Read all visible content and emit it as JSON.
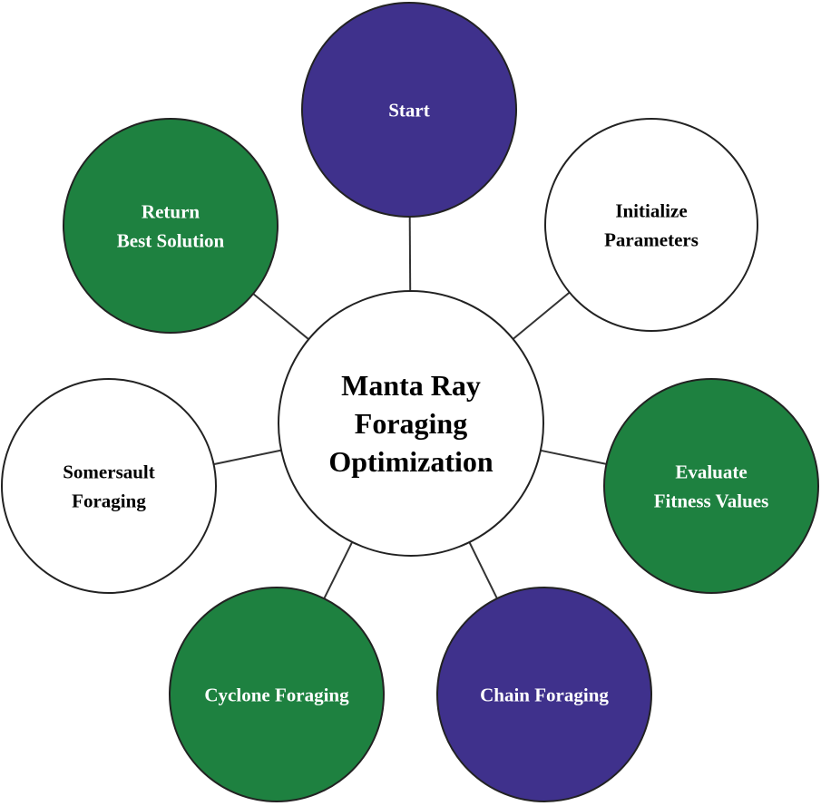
{
  "center": {
    "lines": [
      "Manta Ray",
      "Foraging",
      "Optimization"
    ],
    "fill": "#ffffff",
    "text_color": "#000000"
  },
  "nodes": [
    {
      "id": "start",
      "lines": [
        "Start"
      ],
      "fill": "#3f318c",
      "text_color": "#ffffff"
    },
    {
      "id": "initialize-parameters",
      "lines": [
        "Initialize",
        "Parameters"
      ],
      "fill": "#ffffff",
      "text_color": "#000000"
    },
    {
      "id": "evaluate-fitness-values",
      "lines": [
        "Evaluate",
        "Fitness Values"
      ],
      "fill": "#1e8140",
      "text_color": "#ffffff"
    },
    {
      "id": "chain-foraging",
      "lines": [
        "Chain Foraging"
      ],
      "fill": "#3f318c",
      "text_color": "#ffffff"
    },
    {
      "id": "cyclone-foraging",
      "lines": [
        "Cyclone Foraging"
      ],
      "fill": "#1e8140",
      "text_color": "#ffffff"
    },
    {
      "id": "somersault-foraging",
      "lines": [
        "Somersault",
        "Foraging"
      ],
      "fill": "#ffffff",
      "text_color": "#000000"
    },
    {
      "id": "return-best-solution",
      "lines": [
        "Return",
        "Best Solution"
      ],
      "fill": "#1e8140",
      "text_color": "#ffffff"
    }
  ],
  "colors": {
    "purple": "#3f318c",
    "green": "#1e8140",
    "outline": "#222222",
    "connector": "#333333"
  }
}
